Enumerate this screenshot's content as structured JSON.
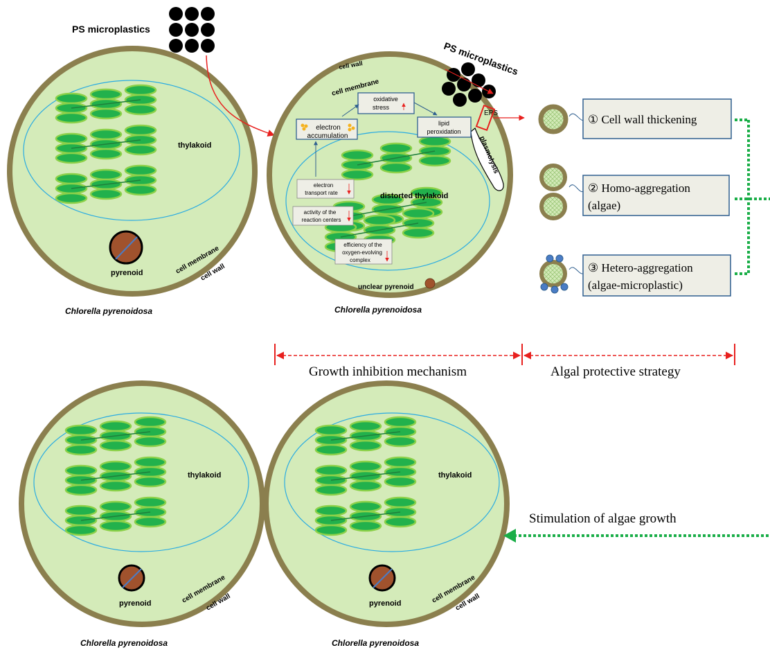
{
  "colors": {
    "cell_wall": "#8B7F4E",
    "cytoplasm": "#D4EBB9",
    "chloroplast_outline": "#29ABE2",
    "thylakoid_fill": "#22B14C",
    "thylakoid_edge": "#8DD14A",
    "pyrenoid": "#A0522D",
    "microplastic": "#000000",
    "red_arrow": "#E8201E",
    "green_dotted": "#1AAE48",
    "box_fill": "#EEEEE6",
    "box_border": "#2F5F8F",
    "hetero_bead": "#4A7CC5"
  },
  "top_left": {
    "ps_label": "PS microplastics",
    "thylakoid": "thylakoid",
    "pyrenoid": "pyrenoid",
    "cell_membrane": "cell membrane",
    "cell_wall": "cell wall",
    "species": "Chlorella pyrenoidosa"
  },
  "top_middle": {
    "cell_wall": "cell wall",
    "cell_membrane": "cell membrane",
    "ps_label": "PS microplastics",
    "eps": "EPS",
    "plasmolysis": "plasmolysis",
    "oxidative_stress": [
      "oxidative",
      "stress"
    ],
    "electron_accumulation": [
      "electron",
      "accumulation"
    ],
    "lipid_peroxidation": [
      "lipid",
      "peroxidation"
    ],
    "electron_transport": [
      "electron",
      "transport rate"
    ],
    "reaction_centers": [
      "activity of the",
      "reaction centers"
    ],
    "oxygen_evolving": [
      "efficiency of the",
      "oxygen-evolving",
      "complex"
    ],
    "distorted_thylakoid": "distorted thylakoid",
    "unclear_pyrenoid": "unclear pyrenoid",
    "species": "Chlorella pyrenoidosa"
  },
  "strategies": [
    {
      "line1": "① Cell wall thickening",
      "line2": ""
    },
    {
      "line1": "② Homo-aggregation",
      "line2": "(algae)"
    },
    {
      "line1": "③ Hetero-aggregation",
      "line2": "(algae-microplastic)"
    }
  ],
  "mechanism_label": "Growth inhibition mechanism",
  "protective_label": "Algal protective strategy",
  "stimulation_label": "Stimulation of algae growth",
  "bottom_left": {
    "thylakoid": "thylakoid",
    "pyrenoid": "pyrenoid",
    "cell_membrane": "cell membrane",
    "cell_wall": "cell wall",
    "species": "Chlorella pyrenoidosa"
  },
  "bottom_right": {
    "thylakoid": "thylakoid",
    "pyrenoid": "pyrenoid",
    "cell_membrane": "cell membrane",
    "cell_wall": "cell wall",
    "species": "Chlorella pyrenoidosa"
  }
}
